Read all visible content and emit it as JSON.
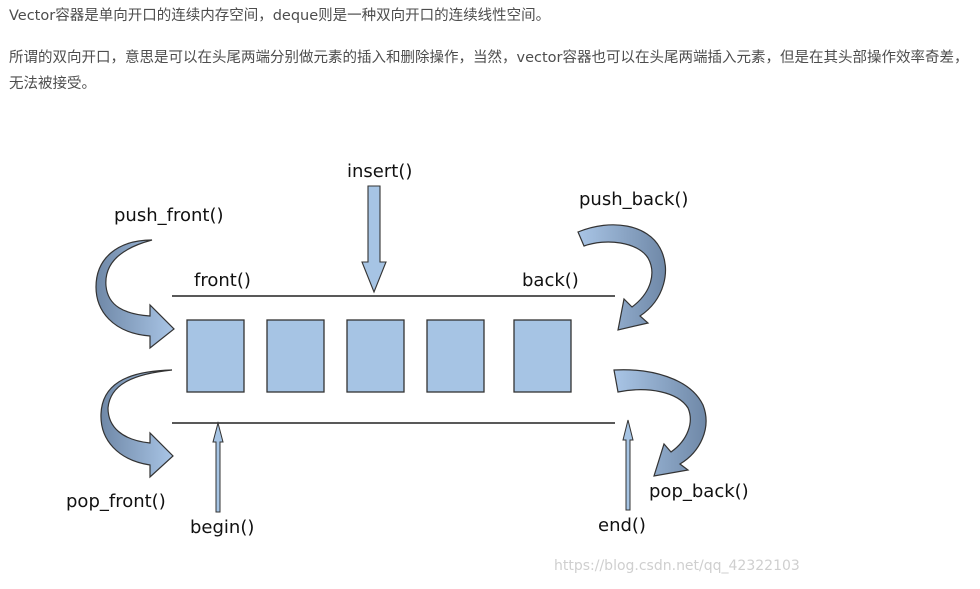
{
  "paragraphs": {
    "p1": "Vector容器是单向开口的连续内存空间，deque则是一种双向开口的连续线性空间。",
    "p2": "所谓的双向开口，意思是可以在头尾两端分别做元素的插入和删除操作，当然，vector容器也可以在头尾两端插入元素，但是在其头部操作效率奇差，无法被接受。"
  },
  "diagram": {
    "labels": {
      "insert": "insert()",
      "push_front": "push_front()",
      "push_back": "push_back()",
      "front": "front()",
      "back": "back()",
      "pop_front": "pop_front()",
      "pop_back": "pop_back()",
      "begin": "begin()",
      "end": "end()"
    },
    "element_count": 5,
    "colors": {
      "box_fill": "#a6c4e4",
      "box_stroke": "#333333",
      "curve_dark": "#7f98b6",
      "curve_light": "#a9c5e6"
    }
  },
  "watermark": "https://blog.csdn.net/qq_42322103"
}
